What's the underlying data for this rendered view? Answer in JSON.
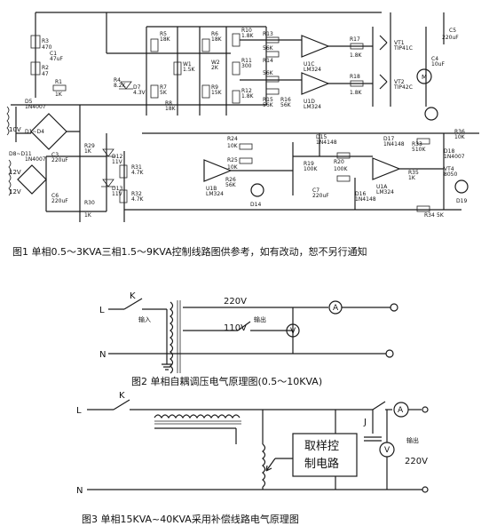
{
  "figure1": {
    "caption": "图1 单相0.5～3KVA三相1.5～9KVA控制线路图供参考，如有改动，恕不另行通知",
    "voltages": [
      "10V",
      "12V",
      "12V"
    ],
    "components": [
      {
        "id": "R3",
        "value": "470"
      },
      {
        "id": "R2",
        "value": "47"
      },
      {
        "id": "R1",
        "value": "1K"
      },
      {
        "id": "D5",
        "value": "1N4007"
      },
      {
        "id": "D1~D4",
        "value": ""
      },
      {
        "id": "D8~D11",
        "value": "1N4007"
      },
      {
        "id": "C1",
        "value": "47uF"
      },
      {
        "id": "C3",
        "value": "220uF"
      },
      {
        "id": "C6",
        "value": "220uF"
      },
      {
        "id": "R29",
        "value": "1K"
      },
      {
        "id": "R30",
        "value": "1K"
      },
      {
        "id": "R4",
        "value": "8.2K"
      },
      {
        "id": "R5",
        "value": "18K"
      },
      {
        "id": "R6",
        "value": "18K"
      },
      {
        "id": "R7",
        "value": "5K"
      },
      {
        "id": "R8",
        "value": "18K"
      },
      {
        "id": "R9",
        "value": "15K"
      },
      {
        "id": "W1",
        "value": "1.5K"
      },
      {
        "id": "W2",
        "value": "2K"
      },
      {
        "id": "R10",
        "value": "1.8K"
      },
      {
        "id": "R11",
        "value": "300"
      },
      {
        "id": "R12",
        "value": "1.8K"
      },
      {
        "id": "R13",
        "value": "56K"
      },
      {
        "id": "R14",
        "value": "56K"
      },
      {
        "id": "R15",
        "value": "56K"
      },
      {
        "id": "R16",
        "value": "56K"
      },
      {
        "id": "U1C",
        "value": "LM324"
      },
      {
        "id": "U1D",
        "value": "LM324"
      },
      {
        "id": "R17",
        "value": "1.8K"
      },
      {
        "id": "R18",
        "value": "1.8K"
      },
      {
        "id": "VT1",
        "value": "TIP41C"
      },
      {
        "id": "VT2",
        "value": "TIP42C"
      },
      {
        "id": "C5",
        "value": "220uF"
      },
      {
        "id": "C4",
        "value": "10uF"
      },
      {
        "id": "M",
        "value": ""
      },
      {
        "id": "R19",
        "value": "100K"
      },
      {
        "id": "R20",
        "value": "100K"
      },
      {
        "id": "R24",
        "value": "10K"
      },
      {
        "id": "R25",
        "value": "10K"
      },
      {
        "id": "R26",
        "value": "56K"
      },
      {
        "id": "U1B",
        "value": "LM324"
      },
      {
        "id": "U1A",
        "value": "LM324"
      },
      {
        "id": "D12",
        "value": "11V"
      },
      {
        "id": "D13",
        "value": "11V"
      },
      {
        "id": "R31",
        "value": "4.7K"
      },
      {
        "id": "R32",
        "value": "4.7K"
      },
      {
        "id": "D14",
        "value": ""
      },
      {
        "id": "D15",
        "value": "1N4148"
      },
      {
        "id": "D16",
        "value": "1N4148"
      },
      {
        "id": "D17",
        "value": "1N4148"
      },
      {
        "id": "R33",
        "value": "510K"
      },
      {
        "id": "R34",
        "value": "5K"
      },
      {
        "id": "D18",
        "value": "1N4007"
      },
      {
        "id": "D19",
        "value": ""
      },
      {
        "id": "VT4",
        "value": "8050"
      },
      {
        "id": "C7",
        "value": "220uF"
      },
      {
        "id": "R35",
        "value": "1K"
      },
      {
        "id": "R36",
        "value": "10K"
      }
    ]
  },
  "figure2": {
    "caption": "图2 单相自耦调压电气原理图(0.5～10KVA)",
    "line_label": "L",
    "neutral_label": "N",
    "switch_label": "K",
    "input_label": "输入",
    "output_label": "输出",
    "tap_220": "220V",
    "tap_110": "110V",
    "ammeter": "A",
    "voltmeter": "V"
  },
  "figure3": {
    "caption": "图3 单相15KVA~40KVA采用补偿线路电气原理图",
    "line_label": "L",
    "neutral_label": "N",
    "switch_label": "K",
    "relay_label": "J",
    "control_box": [
      "取样控",
      "制电路"
    ],
    "output_label": "输出",
    "output_voltage": "220V",
    "ammeter": "A",
    "voltmeter": "V"
  }
}
